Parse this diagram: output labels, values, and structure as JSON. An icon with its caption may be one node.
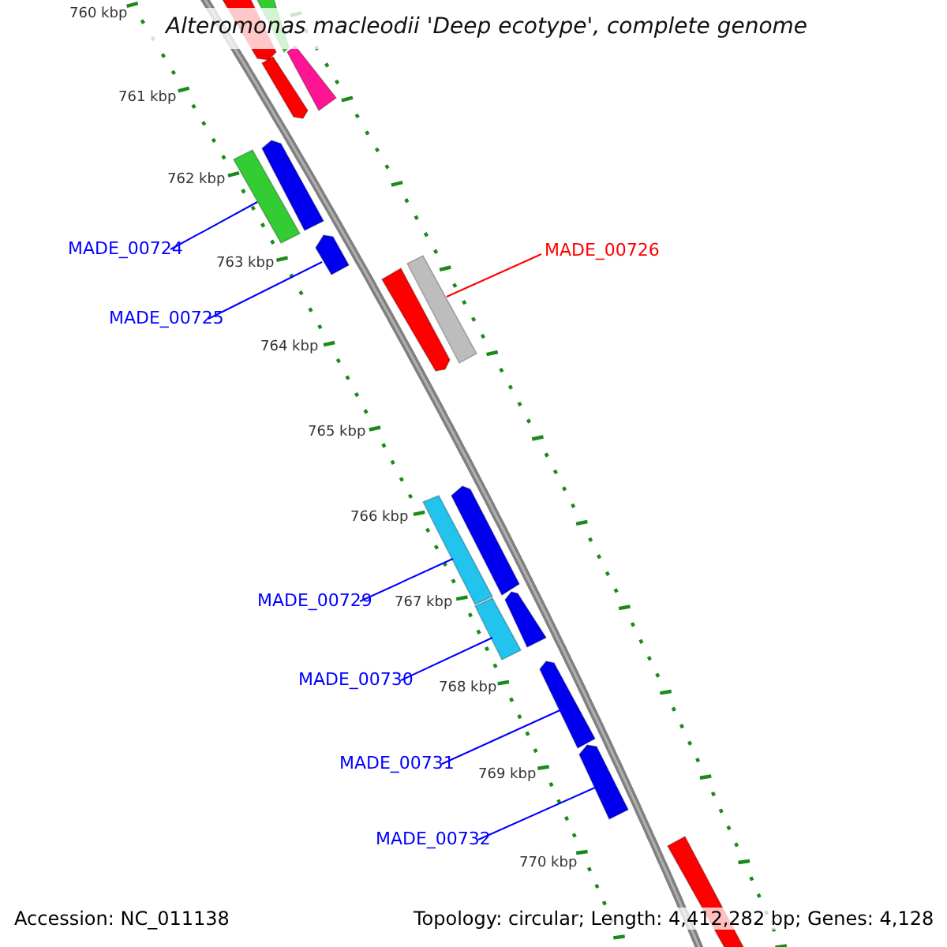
{
  "diagram": {
    "title": "Alteromonas macleodii 'Deep ecotype', complete genome",
    "nodes": [
      {
        "text": [
          "MADE_00724"
        ]
      },
      {
        "text": [],
        "shape": "bar"
      },
      {
        "text": [
          "MADE_00725"
        ]
      },
      {
        "text": [],
        "shape": "bar"
      },
      {
        "text": [
          "MADE_00726"
        ]
      },
      {
        "text": [],
        "shape": "bar"
      },
      {
        "text": [
          "MADE_00729"
        ]
      },
      {
        "text": [],
        "shape": "bar"
      },
      {
        "text": [
          "MADE_00730"
        ]
      },
      {
        "text": [],
        "shape": "bar"
      },
      {
        "text": [
          "MADE_00731"
        ]
      },
      {
        "text": [],
        "shape": "bar"
      },
      {
        "text": [
          "MADE_00732"
        ]
      },
      {
        "text": [],
        "shape": "bar"
      }
    ],
    "edges": [
      {
        "from": 0,
        "to": 1,
        "arrow": "none"
      },
      {
        "from": 2,
        "to": 3,
        "arrow": "none"
      },
      {
        "from": 4,
        "to": 5,
        "arrow": "none",
        "color": "#ff0000"
      },
      {
        "from": 6,
        "to": 7,
        "arrow": "none"
      },
      {
        "from": 8,
        "to": 9,
        "arrow": "none"
      },
      {
        "from": 10,
        "to": 11,
        "arrow": "none"
      },
      {
        "from": 12,
        "to": 13,
        "arrow": "none"
      }
    ],
    "labels": [
      "760 kbp",
      "761 kbp",
      "762 kbp",
      "763 kbp",
      "764 kbp",
      "765 kbp",
      "766 kbp",
      "767 kbp",
      "768 kbp",
      "769 kbp",
      "770 kbp",
      "Accession: NC_011138",
      "Topology: circular; Length: 4,412,282 bp; Genes: 4,128"
    ]
  }
}
